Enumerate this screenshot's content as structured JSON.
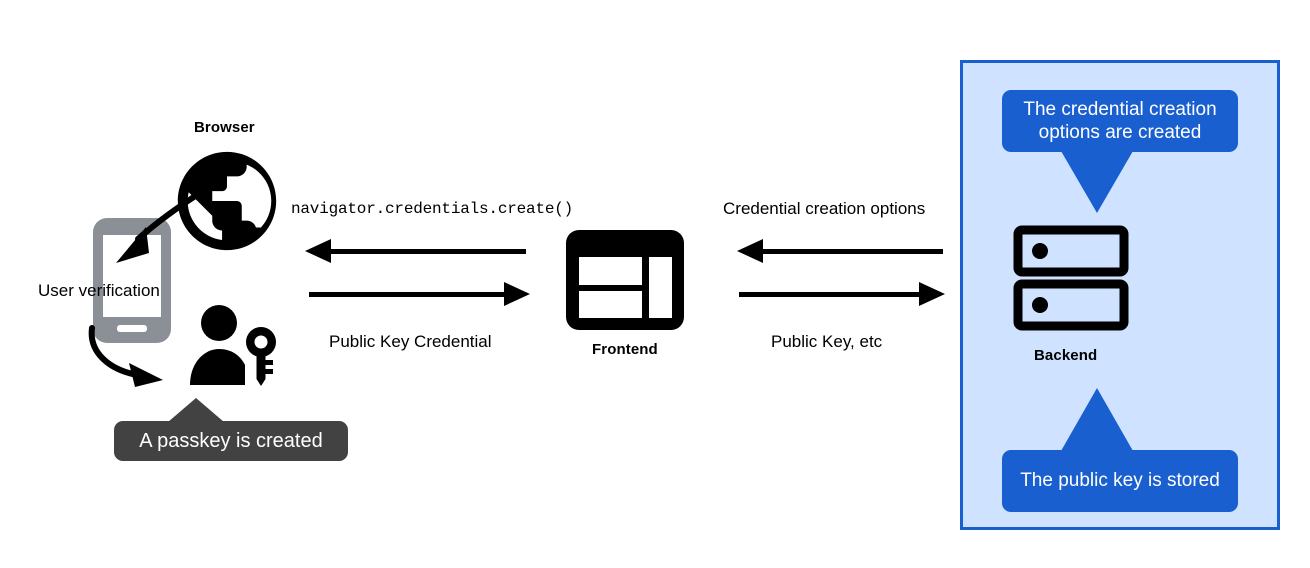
{
  "diagram": {
    "title": "Passkey registration flow",
    "colors": {
      "backend_panel_bg": "#cfe2ff",
      "backend_panel_border": "#1a5fd0",
      "callout_blue": "#1a5fd0",
      "callout_dark": "#424242",
      "phone_gray": "#8b9097",
      "icon_black": "#000000",
      "page_bg": "#ffffff"
    }
  },
  "nodes": {
    "browser": {
      "label": "Browser",
      "icon": "globe-icon"
    },
    "frontend": {
      "label": "Frontend",
      "icon": "window-layout-icon"
    },
    "backend": {
      "label": "Backend",
      "icon": "server-racks-icon"
    },
    "device": {
      "icon": "mobile-phone-icon"
    },
    "user": {
      "icon": "person-with-key-icon"
    }
  },
  "annotations": {
    "user_verification": "User verification",
    "passkey_created": "A passkey is created",
    "credential_options_created": "The credential creation options are created",
    "public_key_stored": "The public key is stored"
  },
  "flows": [
    {
      "id": "browser-call",
      "label": "navigator.credentials.create()",
      "direction": "left",
      "style": "mono",
      "from": "Frontend",
      "to": "Browser"
    },
    {
      "id": "public-key-credential",
      "label": "Public Key Credential",
      "direction": "right",
      "style": "regular",
      "from": "Browser",
      "to": "Frontend"
    },
    {
      "id": "credential-creation-options",
      "label": "Credential creation options",
      "direction": "left",
      "style": "regular",
      "from": "Backend",
      "to": "Frontend"
    },
    {
      "id": "public-key-etc",
      "label": "Public Key, etc",
      "direction": "right",
      "style": "regular",
      "from": "Frontend",
      "to": "Backend"
    }
  ]
}
